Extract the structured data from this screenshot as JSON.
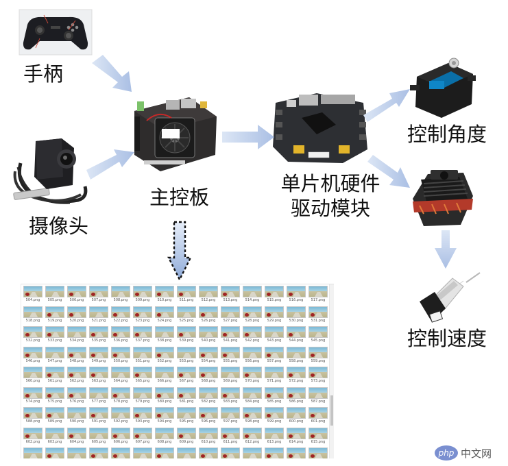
{
  "labels": {
    "gamepad": "手柄",
    "camera": "摄像头",
    "mainboard": "主控板",
    "mcu_line1": "单片机硬件",
    "mcu_line2": "驱动模块",
    "angle": "控制角度",
    "speed": "控制速度"
  },
  "colors": {
    "arrow": "#b7c8e8",
    "arrow_edge": "#a9bde2",
    "dashed_arrow_fill": "#9cb6df",
    "label_text": "#111111"
  },
  "icons": [
    "gamepad-icon",
    "camera-icon",
    "main-control-board-icon",
    "mcu-driver-board-icon",
    "servo-icon",
    "esc-icon",
    "motor-icon"
  ],
  "thumbnail_grid": {
    "columns": 14,
    "rows": 9,
    "rows_of_captions": [
      [
        "504.png",
        "505.png",
        "506.png",
        "507.png",
        "508.png",
        "509.png",
        "510.png",
        "511.png",
        "512.png",
        "513.png",
        "514.png",
        "515.png",
        "516.png",
        "517.png"
      ],
      [
        "518.png",
        "519.png",
        "520.png",
        "521.png",
        "522.png",
        "523.png",
        "524.png",
        "525.png",
        "526.png",
        "527.png",
        "528.png",
        "529.png",
        "530.png",
        "531.png"
      ],
      [
        "532.png",
        "533.png",
        "534.png",
        "535.png",
        "536.png",
        "537.png",
        "538.png",
        "539.png",
        "540.png",
        "541.png",
        "542.png",
        "543.png",
        "544.png",
        "545.png"
      ],
      [
        "546.png",
        "547.png",
        "548.png",
        "549.png",
        "550.png",
        "551.png",
        "552.png",
        "553.png",
        "554.png",
        "555.png",
        "556.png",
        "557.png",
        "558.png",
        "559.png"
      ],
      [
        "560.png",
        "561.png",
        "562.png",
        "563.png",
        "564.png",
        "565.png",
        "566.png",
        "567.png",
        "568.png",
        "569.png",
        "570.png",
        "571.png",
        "572.png",
        "573.png"
      ],
      [
        "574.png",
        "575.png",
        "576.png",
        "577.png",
        "578.png",
        "579.png",
        "580.png",
        "581.png",
        "582.png",
        "583.png",
        "584.png",
        "585.png",
        "586.png",
        "587.png"
      ],
      [
        "588.png",
        "589.png",
        "590.png",
        "591.png",
        "592.png",
        "593.png",
        "594.png",
        "595.png",
        "596.png",
        "597.png",
        "598.png",
        "599.png",
        "600.png",
        "601.png"
      ],
      [
        "602.png",
        "603.png",
        "604.png",
        "605.png",
        "606.png",
        "607.png",
        "608.png",
        "609.png",
        "610.png",
        "611.png",
        "612.png",
        "613.png",
        "614.png",
        "615.png"
      ],
      [
        "",
        "",
        "",
        "",
        "",
        "",
        "",
        "",
        "",
        "",
        "",
        "",
        "",
        ""
      ]
    ]
  },
  "watermark": {
    "logo": "php",
    "text": "中文网"
  }
}
